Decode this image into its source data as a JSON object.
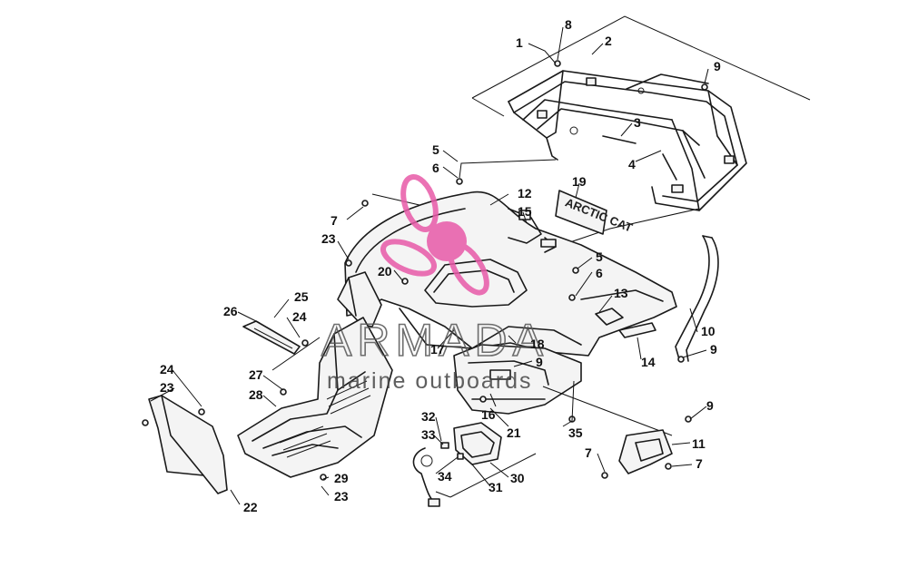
{
  "watermark": {
    "brand": "ARMADA",
    "tagline": "marine outboards",
    "logo_color": "#e85aa8"
  },
  "decal_text": "ARCTIC CAT",
  "callouts": [
    {
      "id": "c1",
      "label": "1"
    },
    {
      "id": "c2",
      "label": "2"
    },
    {
      "id": "c3",
      "label": "3"
    },
    {
      "id": "c4",
      "label": "4"
    },
    {
      "id": "c5a",
      "label": "5"
    },
    {
      "id": "c5b",
      "label": "5"
    },
    {
      "id": "c6a",
      "label": "6"
    },
    {
      "id": "c6b",
      "label": "6"
    },
    {
      "id": "c7a",
      "label": "7"
    },
    {
      "id": "c7b",
      "label": "7"
    },
    {
      "id": "c7c",
      "label": "7"
    },
    {
      "id": "c8",
      "label": "8"
    },
    {
      "id": "c9a",
      "label": "9"
    },
    {
      "id": "c9b",
      "label": "9"
    },
    {
      "id": "c9c",
      "label": "9"
    },
    {
      "id": "c9d",
      "label": "9"
    },
    {
      "id": "c10",
      "label": "10"
    },
    {
      "id": "c11",
      "label": "11"
    },
    {
      "id": "c12",
      "label": "12"
    },
    {
      "id": "c13",
      "label": "13"
    },
    {
      "id": "c14",
      "label": "14"
    },
    {
      "id": "c15",
      "label": "15"
    },
    {
      "id": "c16",
      "label": "16"
    },
    {
      "id": "c17",
      "label": "17"
    },
    {
      "id": "c18",
      "label": "18"
    },
    {
      "id": "c19",
      "label": "19"
    },
    {
      "id": "c20",
      "label": "20"
    },
    {
      "id": "c21",
      "label": "21"
    },
    {
      "id": "c22",
      "label": "22"
    },
    {
      "id": "c23a",
      "label": "23"
    },
    {
      "id": "c23b",
      "label": "23"
    },
    {
      "id": "c23c",
      "label": "23"
    },
    {
      "id": "c24a",
      "label": "24"
    },
    {
      "id": "c24b",
      "label": "24"
    },
    {
      "id": "c25",
      "label": "25"
    },
    {
      "id": "c26",
      "label": "26"
    },
    {
      "id": "c27",
      "label": "27"
    },
    {
      "id": "c28",
      "label": "28"
    },
    {
      "id": "c29",
      "label": "29"
    },
    {
      "id": "c30",
      "label": "30"
    },
    {
      "id": "c31",
      "label": "31"
    },
    {
      "id": "c32",
      "label": "32"
    },
    {
      "id": "c33",
      "label": "33"
    },
    {
      "id": "c34",
      "label": "34"
    },
    {
      "id": "c35",
      "label": "35"
    }
  ]
}
